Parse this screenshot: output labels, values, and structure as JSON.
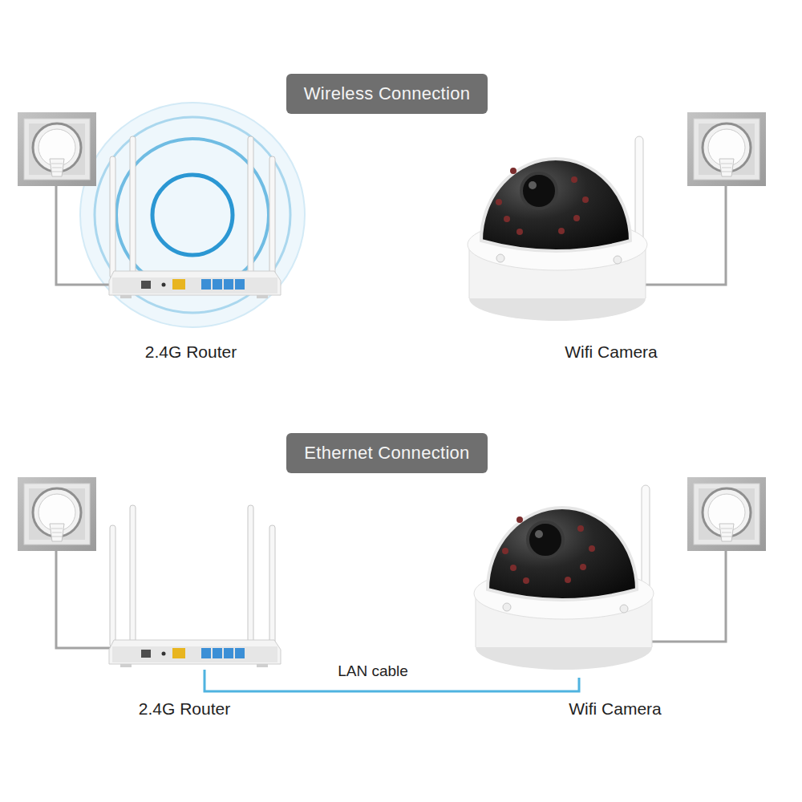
{
  "diagram": {
    "nodes": [
      {
        "text": [
          "Wireless Connection"
        ]
      },
      {
        "text": [
          "2.4G Router"
        ]
      },
      {
        "text": [
          "Wifi Camera"
        ]
      },
      {
        "text": [
          "Ethernet Connection"
        ]
      },
      {
        "text": [
          "2.4G Router"
        ]
      },
      {
        "text": [
          "Wifi Camera"
        ]
      }
    ],
    "edges": [
      {
        "from": 4,
        "to": 5,
        "label": "LAN cable",
        "arrow": "none"
      }
    ]
  }
}
